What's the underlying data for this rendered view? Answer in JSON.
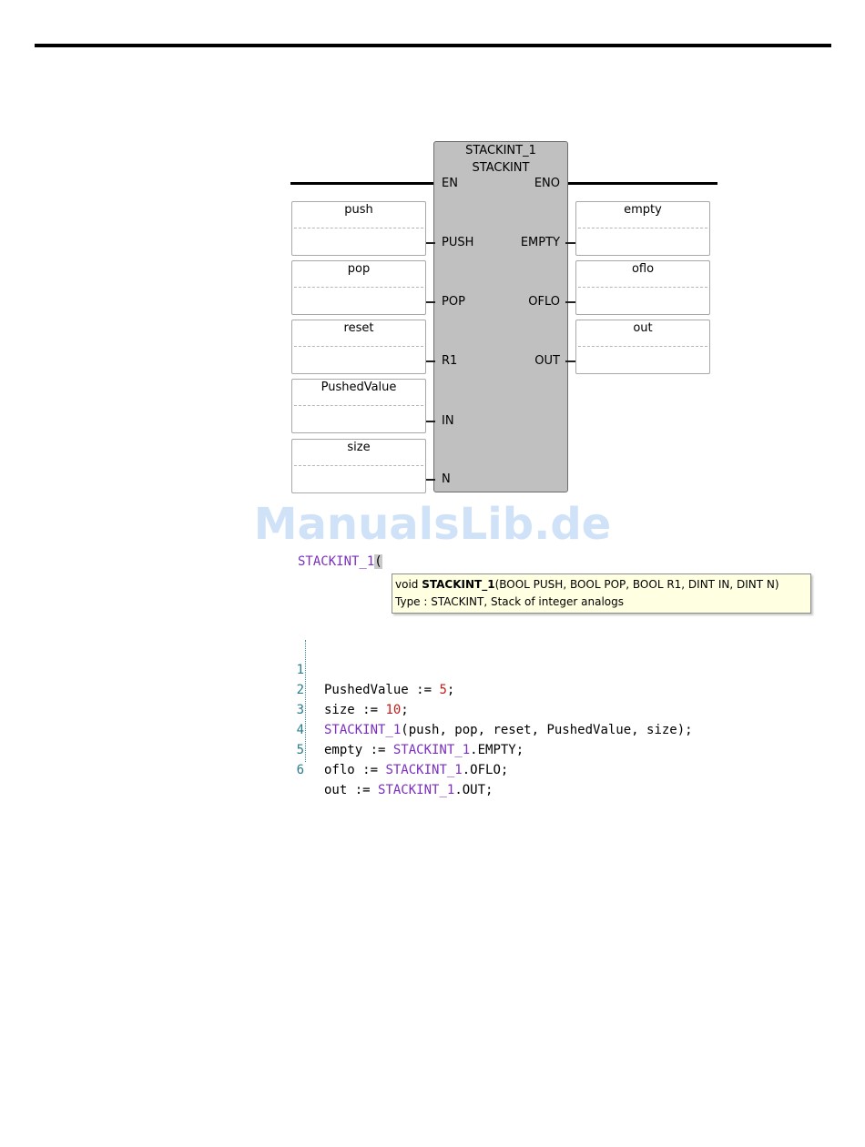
{
  "block": {
    "instance": "STACKINT_1",
    "type": "STACKINT",
    "en": "EN",
    "eno": "ENO",
    "inputs": [
      "PUSH",
      "POP",
      "R1",
      "IN",
      "N"
    ],
    "outputs": [
      "EMPTY",
      "OFLO",
      "OUT"
    ]
  },
  "input_vars": [
    "push",
    "pop",
    "reset",
    "PushedValue",
    "size"
  ],
  "output_vars": [
    "empty",
    "oflo",
    "out"
  ],
  "watermark": "ManualsLib.de",
  "editor": {
    "call_prefix": "STACKINT_1",
    "call_paren": "(",
    "tooltip_line1_prefix": "void ",
    "tooltip_line1_name": "STACKINT_1",
    "tooltip_line1_args": "(BOOL PUSH, BOOL POP, BOOL R1, DINT IN, DINT N)",
    "tooltip_line2": "Type : STACKINT, Stack of integer analogs"
  },
  "code": {
    "line_numbers": [
      "1",
      "2",
      "3",
      "4",
      "5",
      "6"
    ],
    "l1_a": "PushedValue := ",
    "l1_num": "5",
    "l1_b": ";",
    "l2_a": "size := ",
    "l2_num": "10",
    "l2_b": ";",
    "l3_fb": "STACKINT_1",
    "l3_b": "(push, pop, reset, PushedValue, size);",
    "l4_a": "empty := ",
    "l4_fb": "STACKINT_1",
    "l4_b": ".EMPTY;",
    "l5_a": "oflo := ",
    "l5_fb": "STACKINT_1",
    "l5_b": ".OFLO;",
    "l6_a": "out := ",
    "l6_fb": "STACKINT_1",
    "l6_b": ".OUT;"
  }
}
